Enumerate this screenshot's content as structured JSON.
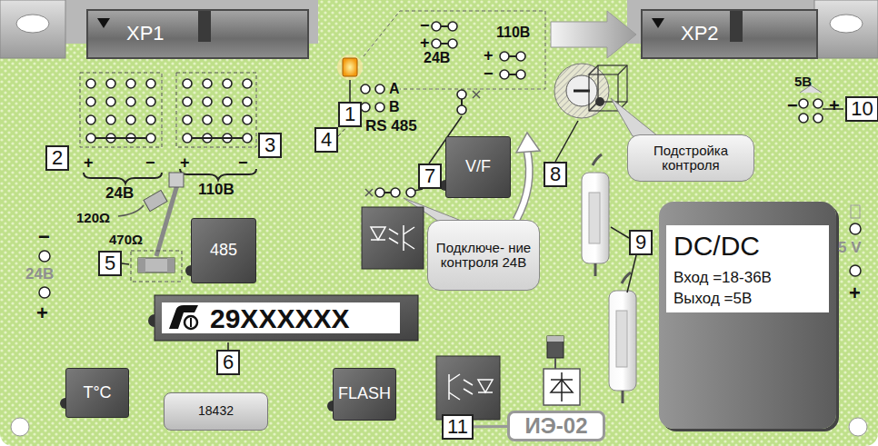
{
  "diagram": {
    "nodes": [
      {
        "text": [
          "XP1"
        ]
      },
      {
        "text": [
          "XP2"
        ]
      },
      {
        "text": [
          "1"
        ]
      },
      {
        "text": [
          "4"
        ]
      },
      {
        "text": [
          "2"
        ]
      },
      {
        "text": [
          "3"
        ]
      },
      {
        "text": [
          "V/F"
        ]
      },
      {
        "text": [
          "7"
        ]
      },
      {
        "text": [
          "8"
        ]
      },
      {
        "text": [
          "Подстройка контроля"
        ]
      },
      {
        "text": [
          "10"
        ]
      },
      {
        "text": [
          "485"
        ]
      },
      {
        "text": [
          "5"
        ]
      },
      {
        "text": [
          "Подключе- ние контроля 24В"
        ]
      },
      {
        "text": [
          "9"
        ]
      },
      {
        "text": [
          "DC/DC",
          "Вход =18-36В",
          "Выход =5В"
        ]
      },
      {
        "text": [
          "T°C"
        ]
      },
      {
        "text": [
          "29XXXXXX"
        ]
      },
      {
        "text": [
          "6"
        ]
      },
      {
        "text": [
          "FLASH"
        ]
      },
      {
        "text": [
          "18432"
        ]
      },
      {
        "text": [
          "11"
        ]
      },
      {
        "text": [
          "ИЭ-02"
        ]
      }
    ],
    "edges": [
      {
        "from": 21,
        "to": 22,
        "arrow": "none"
      }
    ],
    "labels": [
      "−",
      "+",
      "24В",
      "110В",
      "+",
      "−",
      "A",
      "B",
      "RS 485",
      "+",
      "−",
      "+",
      "−",
      "24В",
      "110В",
      "120Ω",
      "470Ω",
      "−",
      "24В",
      "+",
      "5В",
      "−",
      "+",
      "5 V",
      "+"
    ]
  }
}
